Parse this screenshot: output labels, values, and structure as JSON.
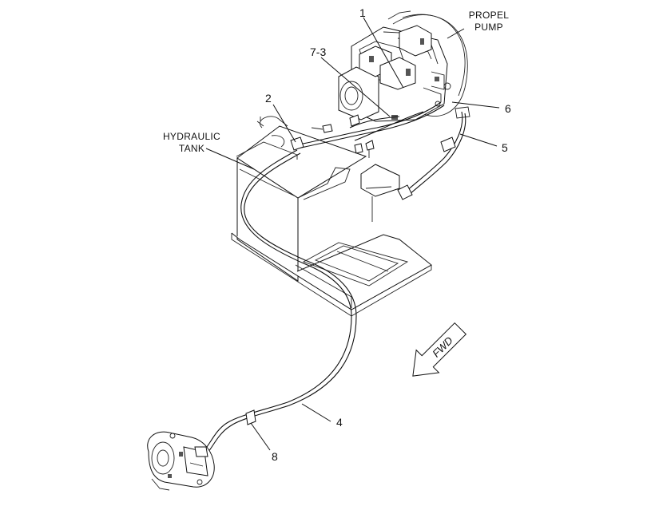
{
  "labels": {
    "callout_1": "1",
    "callout_2": "2",
    "callout_7_3": "7-3",
    "callout_6": "6",
    "callout_5": "5",
    "callout_4": "4",
    "callout_8": "8",
    "propel_pump_line1": "PROPEL",
    "propel_pump_line2": "PUMP",
    "hydraulic_tank_line1": "HYDRAULIC",
    "hydraulic_tank_line2": "TANK",
    "fwd_arrow": "FWD"
  },
  "colors": {
    "line": "#111111",
    "background": "#ffffff"
  }
}
